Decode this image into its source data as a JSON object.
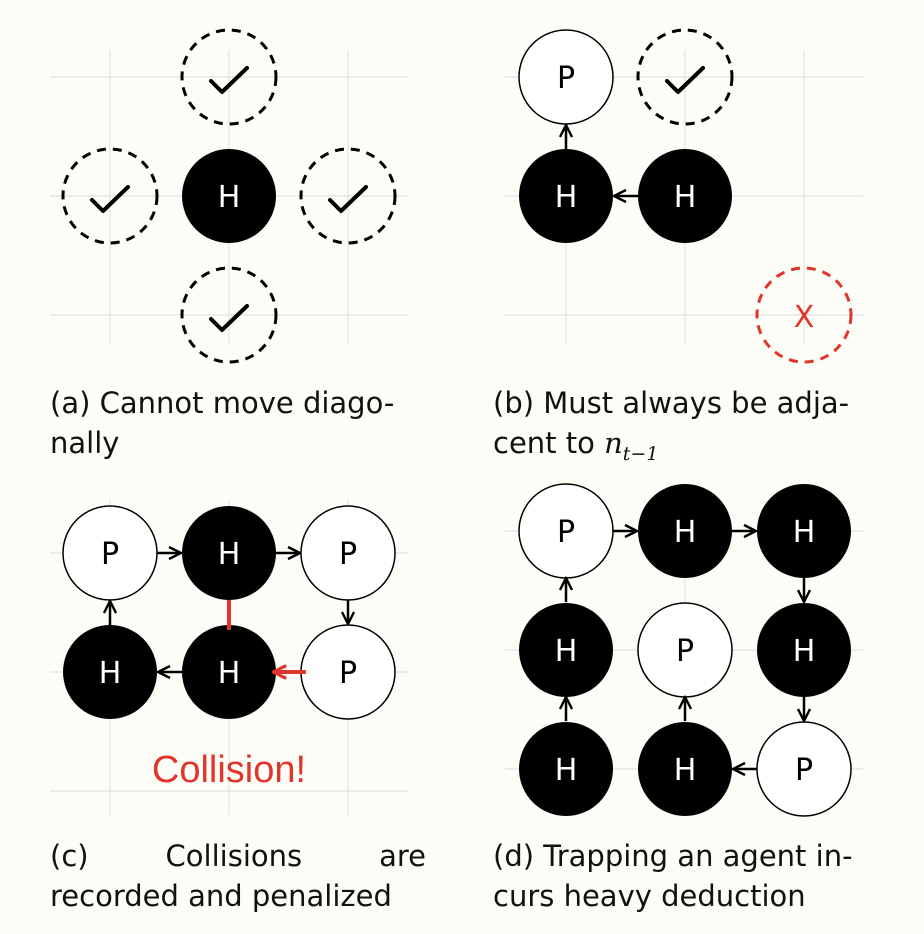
{
  "node_labels": {
    "head": "H",
    "path": "P",
    "invalid": "X"
  },
  "colors": {
    "head_fill": "#000000",
    "path_fill": "#ffffff",
    "error": "#e0352b",
    "grid": "#e3e3e3"
  },
  "icons": {
    "valid_move": "check-icon"
  },
  "panels": {
    "a": {
      "caption_tag": "(a)",
      "caption_line1": "Cannot move diago-",
      "caption_line2": "nally"
    },
    "b": {
      "caption_tag": "(b)",
      "caption_line1": "Must always be adja-",
      "caption_line2_prefix": "cent to",
      "caption_math_var": "n",
      "caption_math_sub": "t−1"
    },
    "c": {
      "caption_tag": "(c)",
      "caption_word1": "Collisions",
      "caption_word2": "are",
      "caption_line2": "recorded and penalized",
      "annotation": "Collision!"
    },
    "d": {
      "caption_tag": "(d)",
      "caption_line1": "Trapping an agent in-",
      "caption_line2": "curs heavy deduction"
    }
  }
}
